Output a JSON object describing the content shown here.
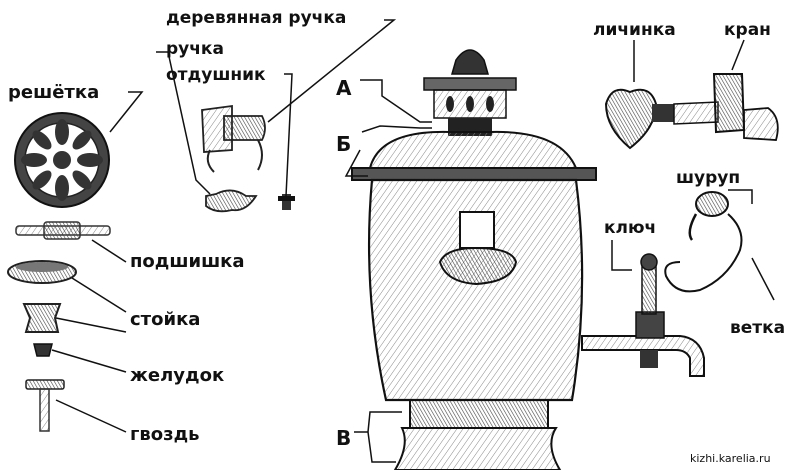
{
  "labels": {
    "grating": "решётка",
    "wooden_handle": "деревянная ручка",
    "handle": "ручка",
    "vent": "отдушник",
    "liner": "подшишка",
    "stand": "стойка",
    "stomach": "желудок",
    "nail": "гвоздь",
    "lichinka": "личинка",
    "tap": "кран",
    "screw": "шуруп",
    "key": "ключ",
    "branch": "ветка",
    "a": "А",
    "b": "Б",
    "v": "В"
  },
  "credit": "kizhi.karelia.ru",
  "colors": {
    "ink": "#111111",
    "pencil": "#555555",
    "paper": "#ffffff"
  }
}
